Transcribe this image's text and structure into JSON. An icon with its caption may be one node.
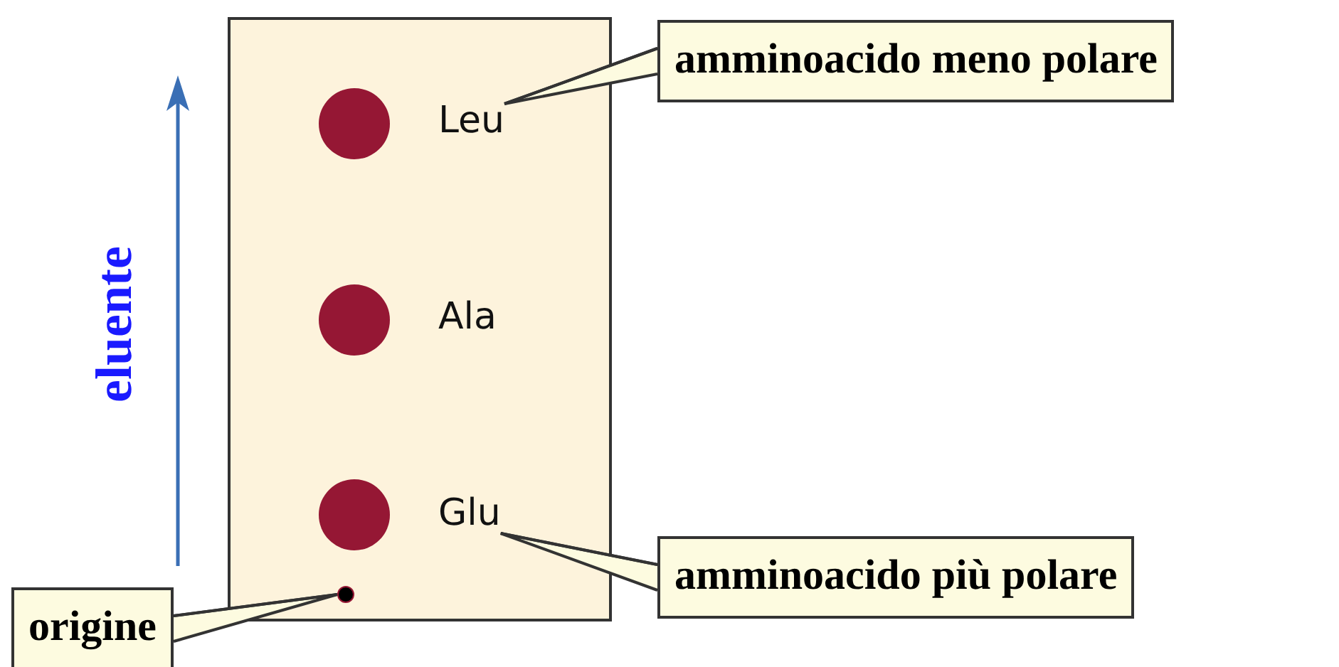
{
  "diagram": {
    "nodes": [
      {
        "text": [],
        "shape": "box"
      },
      {
        "text": [],
        "shape": "circle",
        "in": 0
      },
      {
        "text": [
          "Leu"
        ],
        "in": 0
      },
      {
        "text": [
          "amminoacido meno polare"
        ]
      },
      {
        "text": [],
        "shape": "circle",
        "in": 0
      },
      {
        "text": [
          "Ala"
        ],
        "in": 0
      },
      {
        "text": [],
        "shape": "circle",
        "in": 0
      },
      {
        "text": [
          "Glu"
        ],
        "in": 0
      },
      {
        "text": [
          "amminoacido più polare"
        ]
      },
      {
        "text": [],
        "shape": "circle",
        "in": 0
      },
      {
        "text": [
          "origine"
        ]
      }
    ],
    "edges": [
      {
        "from": 3,
        "to": 2,
        "arrow": "none"
      },
      {
        "from": 8,
        "to": 7,
        "arrow": "none"
      },
      {
        "from": 10,
        "to": 9,
        "arrow": "none"
      }
    ],
    "labels": [
      "eluente"
    ]
  }
}
